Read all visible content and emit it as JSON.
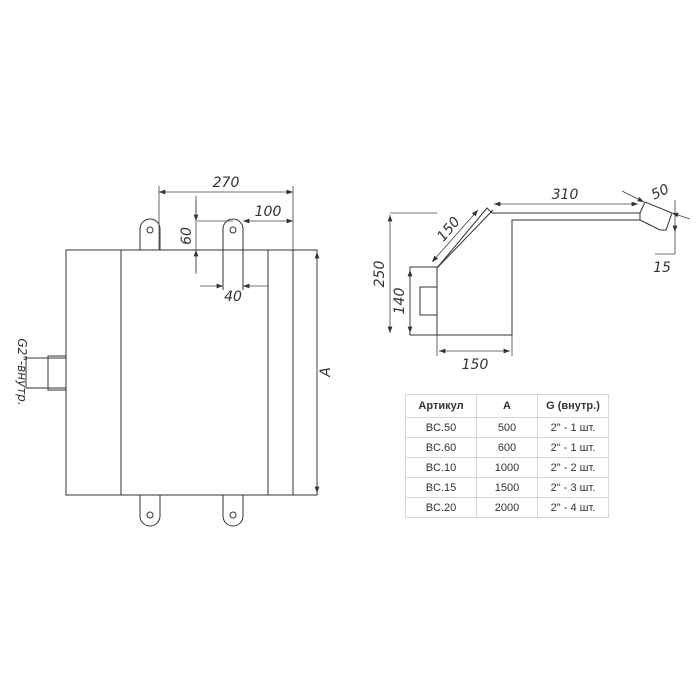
{
  "front_view": {
    "dim_width": "270",
    "dim_offset": "100",
    "dim_height": "60",
    "dim_slot": "40",
    "dim_length": "A",
    "connection_label": "G2\"-внутр."
  },
  "side_view": {
    "dim_height": "250",
    "dim_box_height": "140",
    "dim_depth": "150",
    "dim_slant": "150",
    "dim_top": "310",
    "dim_nozzle": "50",
    "dim_nozzle_drop": "15"
  },
  "table": {
    "headers": [
      "Артикул",
      "A",
      "G (внутр.)"
    ],
    "rows": [
      [
        "BC.50",
        "500",
        "2\" - 1 шт."
      ],
      [
        "BC.60",
        "600",
        "2\" - 1 шт."
      ],
      [
        "BC.10",
        "1000",
        "2\" - 2 шт."
      ],
      [
        "BC.15",
        "1500",
        "2\" - 3 шт."
      ],
      [
        "BC.20",
        "2000",
        "2\" - 4 шт."
      ]
    ]
  }
}
